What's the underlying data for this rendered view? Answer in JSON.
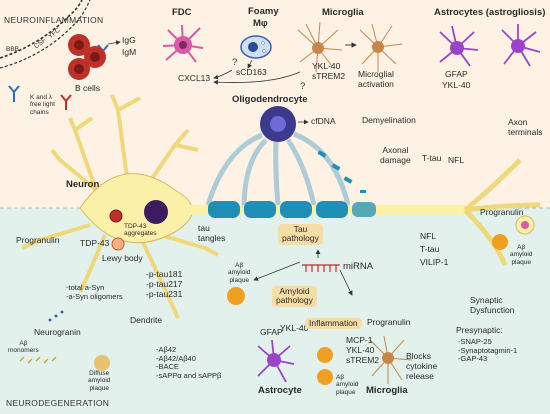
{
  "banners": {
    "top": "NEUROINFLAMMATION",
    "bottom": "NEURODEGENERATION"
  },
  "top": {
    "bbb": "BBB",
    "csf": "CSF",
    "yfc": "YFC",
    "light_chains": "K and λ\nfree light\nchains",
    "b_cells": "B cells",
    "igg": "IgG",
    "igm": "IgM",
    "fdc": "FDC",
    "foamy": "Foamy",
    "mphi": "Mφ",
    "scd163": "sCD163",
    "cxcl13": "CXCL13",
    "q1": "?",
    "q2": "?",
    "microglia": "Microglia",
    "ykl40": "YKL-40",
    "strem2": "sTREM2",
    "microglial_activation": "Microglial\nactivation",
    "astro_title": "Astrocytes (astrogliosis)",
    "gfap": "GFAP",
    "astro_ykl40": "YKL-40"
  },
  "middle": {
    "oligodendrocyte": "Oligodendrocyte",
    "cfdna": "cfDNA",
    "neuron": "Neuron",
    "demyelination": "Demyelination",
    "axonal_damage": "Axonal\ndamage",
    "t_tau_top": "T-tau",
    "nfl_top": "NFL",
    "axon_terminals": "Axon\nterminals",
    "progranulin_right": "Progranulin",
    "nfl": "NFL",
    "t_tau": "T-tau",
    "vilip": "VILIP-1"
  },
  "bottom": {
    "progranulin_left": "Progranulin",
    "tdp43": "TDP-43",
    "tdp43_agg": "TDP-43\naggregates",
    "lewy": "Lewy body",
    "asyn": "-total a-Syn\n-a-Syn oligomers",
    "tau_tangles": "tau\ntangles",
    "ptau": "-p-tau181\n-p-tau217\n-p-tau231",
    "ab_plaque1": "Aβ\namyloid\nplaque",
    "tau_pathology": "Tau\npathology",
    "mirna": "miRNA",
    "amyloid_pathology": "Amyloid\npathology",
    "neurogranin": "Neurogranin",
    "dendrite": "Dendrite",
    "ab_monomers": "Aβ\nmonomers",
    "diffuse": "Diffuse\namyloid\nplaque",
    "ab_list": "-Aβ42\n-Aβ42/Aβ40\n-BACE\n-sAPPα and sAPPβ",
    "gfap_b": "GFAP",
    "ykl40_b": "YKL-40",
    "astrocyte": "Astrocyte",
    "inflammation": "Inflammation",
    "mcp1": "MCP-1\nYKL-40\nsTREM2",
    "ab_plaque2": "Aβ\namyloid\nplaque",
    "microglia_b": "Microglia",
    "progranulin_b": "Progranulin",
    "blocks": "Blocks\ncytokine\nrelease",
    "ab_plaque3": "Aβ\namyloid\nplaque",
    "synaptic": "Synaptic\nDysfunction",
    "presynaptic": "Presynaptic:",
    "snap": "-SNAP-25\n-Synaptotagmin-1\n-GAP-43"
  },
  "colors": {
    "top_bg": "#fdf2e4",
    "bottom_bg": "#e2f1ec",
    "neuron": "#fbf0a8",
    "myelin": "#1f8fb8",
    "microglia": "#c8874a",
    "astrocyte": "#9a45c9",
    "fdc": "#d85aa8",
    "bcell": "#c0302a",
    "amyloid": "#f0a020"
  }
}
